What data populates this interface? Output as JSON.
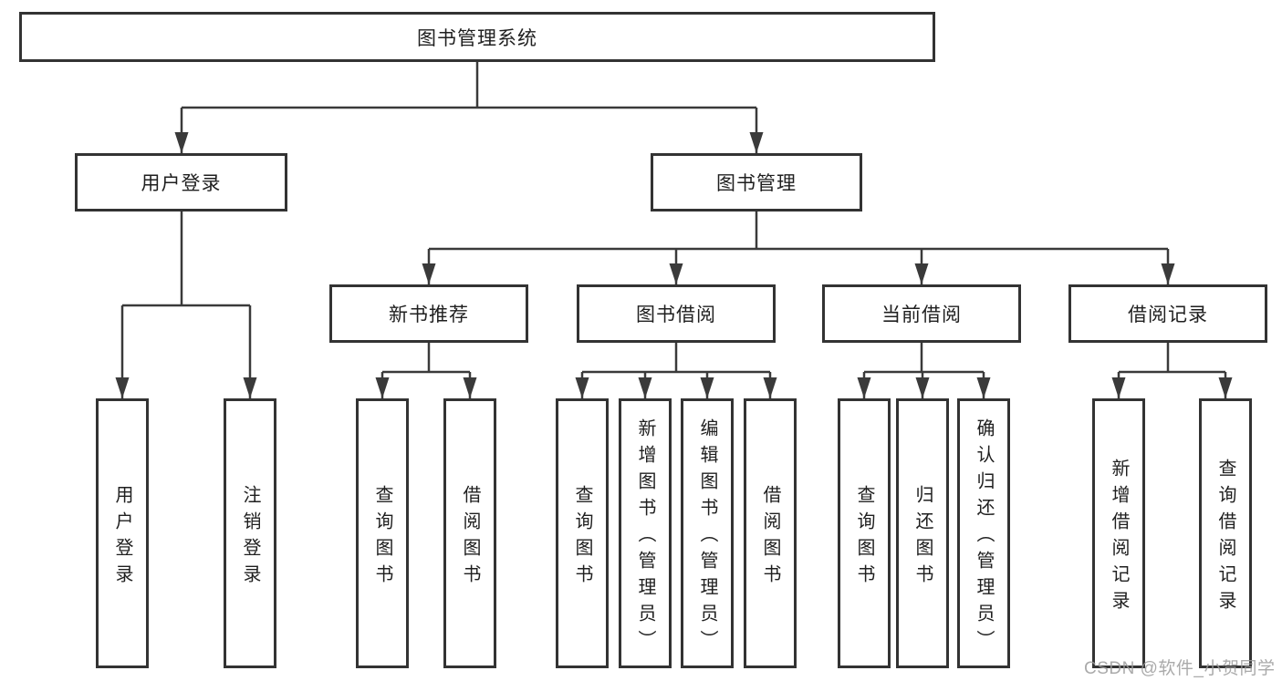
{
  "diagram_title": "图书管理系统",
  "nodes": {
    "root": {
      "label": "图书管理系统"
    },
    "level2": [
      {
        "label": "用户登录"
      },
      {
        "label": "图书管理"
      }
    ],
    "level3": [
      {
        "label": "新书推荐"
      },
      {
        "label": "图书借阅"
      },
      {
        "label": "当前借阅"
      },
      {
        "label": "借阅记录"
      }
    ],
    "level4": [
      {
        "label": "用户登录",
        "parent": "用户登录"
      },
      {
        "label": "注销登录",
        "parent": "用户登录"
      },
      {
        "label": "查询图书",
        "parent": "新书推荐"
      },
      {
        "label": "借阅图书",
        "parent": "新书推荐"
      },
      {
        "label": "查询图书",
        "parent": "图书借阅"
      },
      {
        "label": "新增图书（管理员）",
        "parent": "图书借阅"
      },
      {
        "label": "编辑图书（管理员）",
        "parent": "图书借阅"
      },
      {
        "label": "借阅图书",
        "parent": "图书借阅"
      },
      {
        "label": "查询图书",
        "parent": "当前借阅"
      },
      {
        "label": "归还图书",
        "parent": "当前借阅"
      },
      {
        "label": "确认归还（管理员）",
        "parent": "当前借阅"
      },
      {
        "label": "新增借阅记录",
        "parent": "借阅记录"
      },
      {
        "label": "查询借阅记录",
        "parent": "借阅记录"
      }
    ]
  },
  "watermark": "CSDN @软件_小贺同学",
  "colors": {
    "line": "#3a3a3a",
    "box_border": "#333333",
    "box_fill": "#ffffff",
    "text": "#1f1f1f",
    "watermark": "#9b9b9b"
  }
}
